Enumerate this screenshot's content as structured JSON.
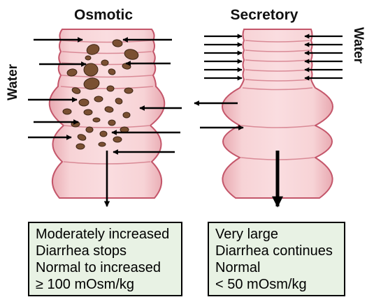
{
  "titles": {
    "left": "Osmotic",
    "right": "Secretory"
  },
  "side_label": "Water",
  "colors": {
    "tube_fill": "#f6cdd0",
    "tube_stroke": "#c4566a",
    "particle_fill": "#7a5032",
    "box_fill": "#e8f2e4"
  },
  "boxes": {
    "osmotic": [
      "Moderately increased",
      "Diarrhea stops",
      "Normal to increased",
      "≥ 100 mOsm/kg"
    ],
    "secretory": [
      "Very large",
      "Diarrhea continues",
      "Normal",
      "< 50 mOsm/kg"
    ]
  }
}
